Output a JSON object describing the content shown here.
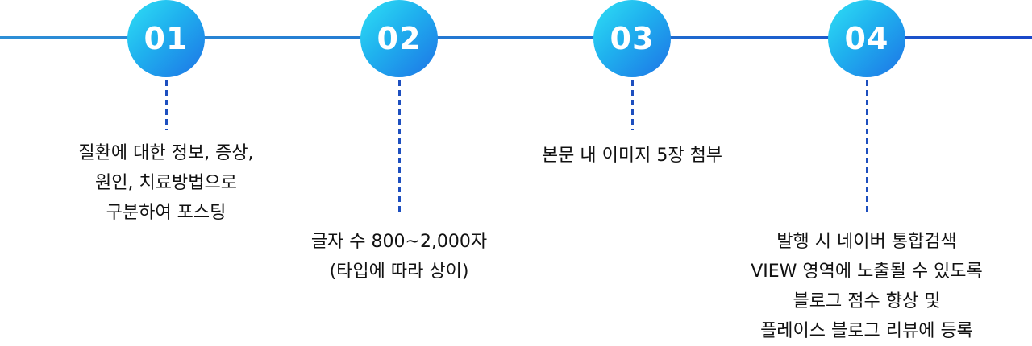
{
  "steps": [
    {
      "number": "01",
      "lines": [
        "질환에 대한 정보, 증상,",
        "원인, 치료방법으로",
        "구분하여 포스팅"
      ]
    },
    {
      "number": "02",
      "lines": [
        "글자 수 800~2,000자",
        "(타입에 따라 상이)"
      ]
    },
    {
      "number": "03",
      "lines": [
        "본문 내 이미지 5장 첨부"
      ]
    },
    {
      "number": "04",
      "lines": [
        "발행 시 네이버 통합검색",
        "VIEW 영역에 노출될 수 있도록",
        "블로그 점수 향상 및",
        "플레이스 블로그 리뷰에 등록"
      ]
    }
  ]
}
